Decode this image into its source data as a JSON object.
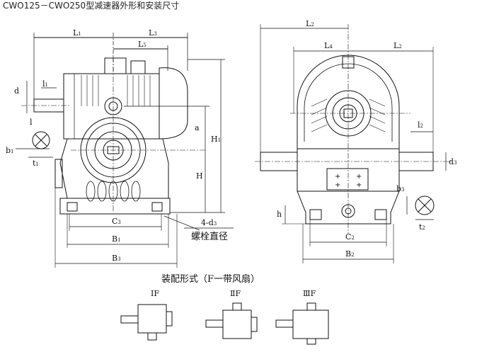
{
  "caption": "CWO125－CWO250型减速器外形和安装尺寸",
  "front_view": {
    "dims": {
      "L1": "L",
      "L1_sub": "1",
      "L3": "L",
      "L3_sub": "3",
      "L5": "L",
      "L5_sub": "5",
      "d": "d",
      "l1": "l",
      "l1_sub": "1",
      "l": "l",
      "a": "a",
      "H1": "H",
      "H1_sub": "1",
      "H": "H",
      "b1": "b",
      "b1_sub": "1",
      "t1": "t",
      "t1_sub": "1",
      "d3": "4-d",
      "d3_sub": "3",
      "C3": "C",
      "C3_sub": "3",
      "B1": "B",
      "B1_sub": "1",
      "B3": "B",
      "B3_sub": "3"
    },
    "bolt_label": "螺栓直径"
  },
  "side_view": {
    "dims": {
      "L2_top": "L",
      "L2_top_sub": "2",
      "L4": "L",
      "L4_sub": "4",
      "L2": "L",
      "L2_sub": "2",
      "l2": "l",
      "l2_sub": "2",
      "d3": "d",
      "d3_sub": "3",
      "b3": "b",
      "b3_sub": "3",
      "t2": "t",
      "t2_sub": "2",
      "h": "h",
      "C2": "C",
      "C2_sub": "2",
      "B2": "B",
      "B2_sub": "2"
    }
  },
  "assembly": {
    "title": "装配形式（F一带风扇）",
    "forms": [
      "ⅠF",
      "ⅡF",
      "ⅢF"
    ]
  }
}
